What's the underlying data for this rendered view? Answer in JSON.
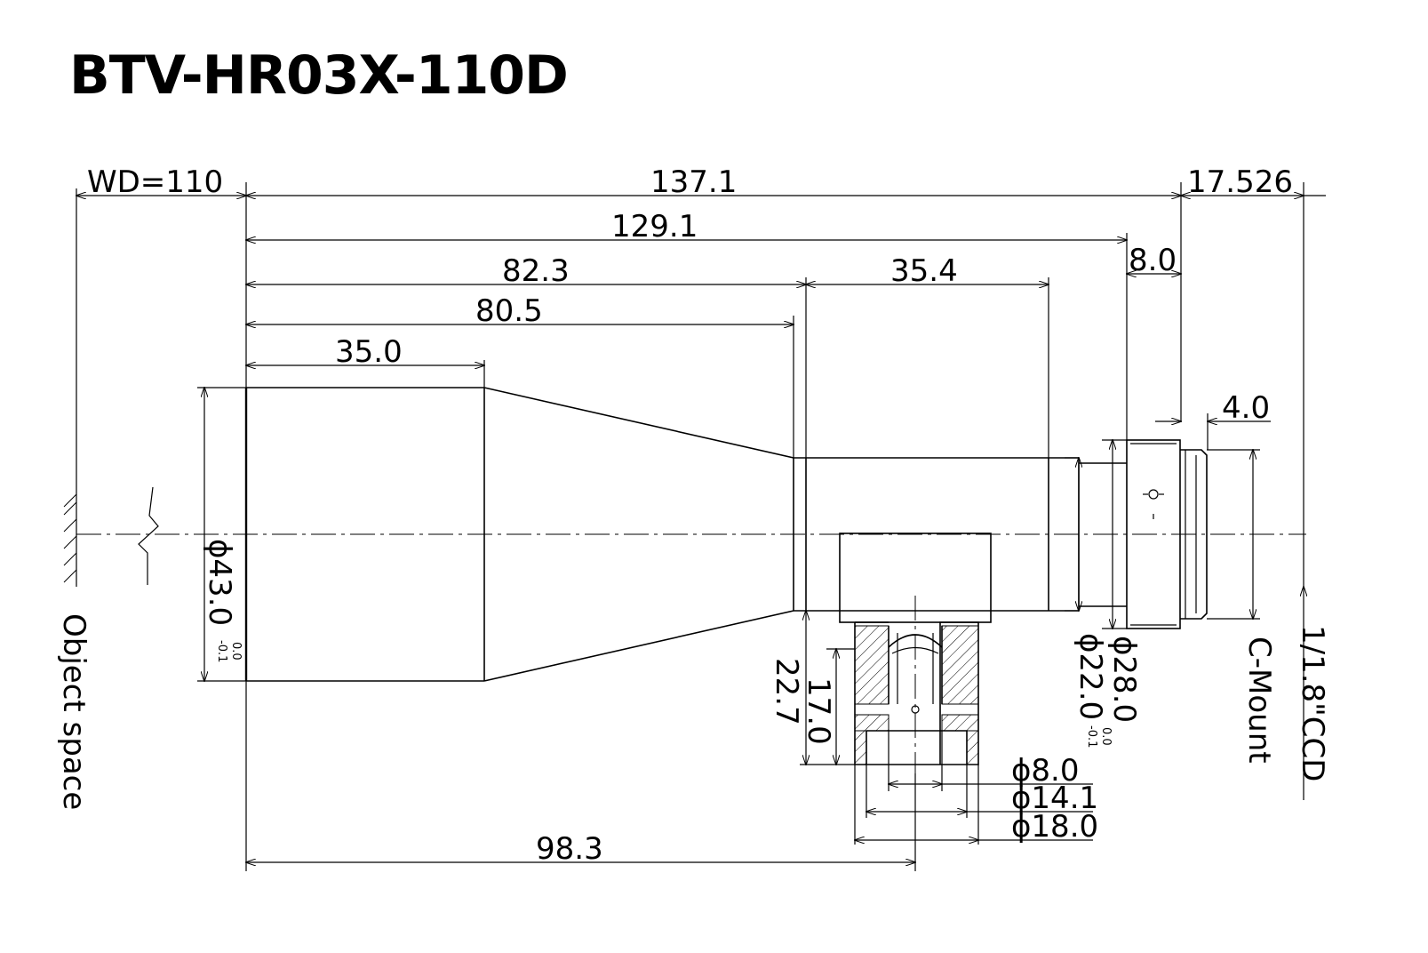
{
  "title": "BTV-HR03X-110D",
  "dimensions": {
    "wd": "WD=110",
    "d137": "137.1",
    "d17526": "17.526",
    "d129": "129.1",
    "d8": "8.0",
    "d823": "82.3",
    "d354": "35.4",
    "d805": "80.5",
    "d350": "35.0",
    "d40": "4.0",
    "d983": "98.3",
    "d227": "22.7",
    "d170": "17.0"
  },
  "diameters": {
    "d430": "ϕ43.0",
    "d430_tol_upper": "0.0",
    "d430_tol_lower": "-0.1",
    "d280": "ϕ28.0",
    "d220": "ϕ22.0",
    "d220_tol_upper": "0.0",
    "d220_tol_lower": "-0.1",
    "d80": "ϕ8.0",
    "d141": "ϕ14.1",
    "d180": "ϕ18.0"
  },
  "labels": {
    "object_space": "Object space",
    "c_mount": "C-Mount",
    "sensor": "1/1.8\"CCD"
  }
}
